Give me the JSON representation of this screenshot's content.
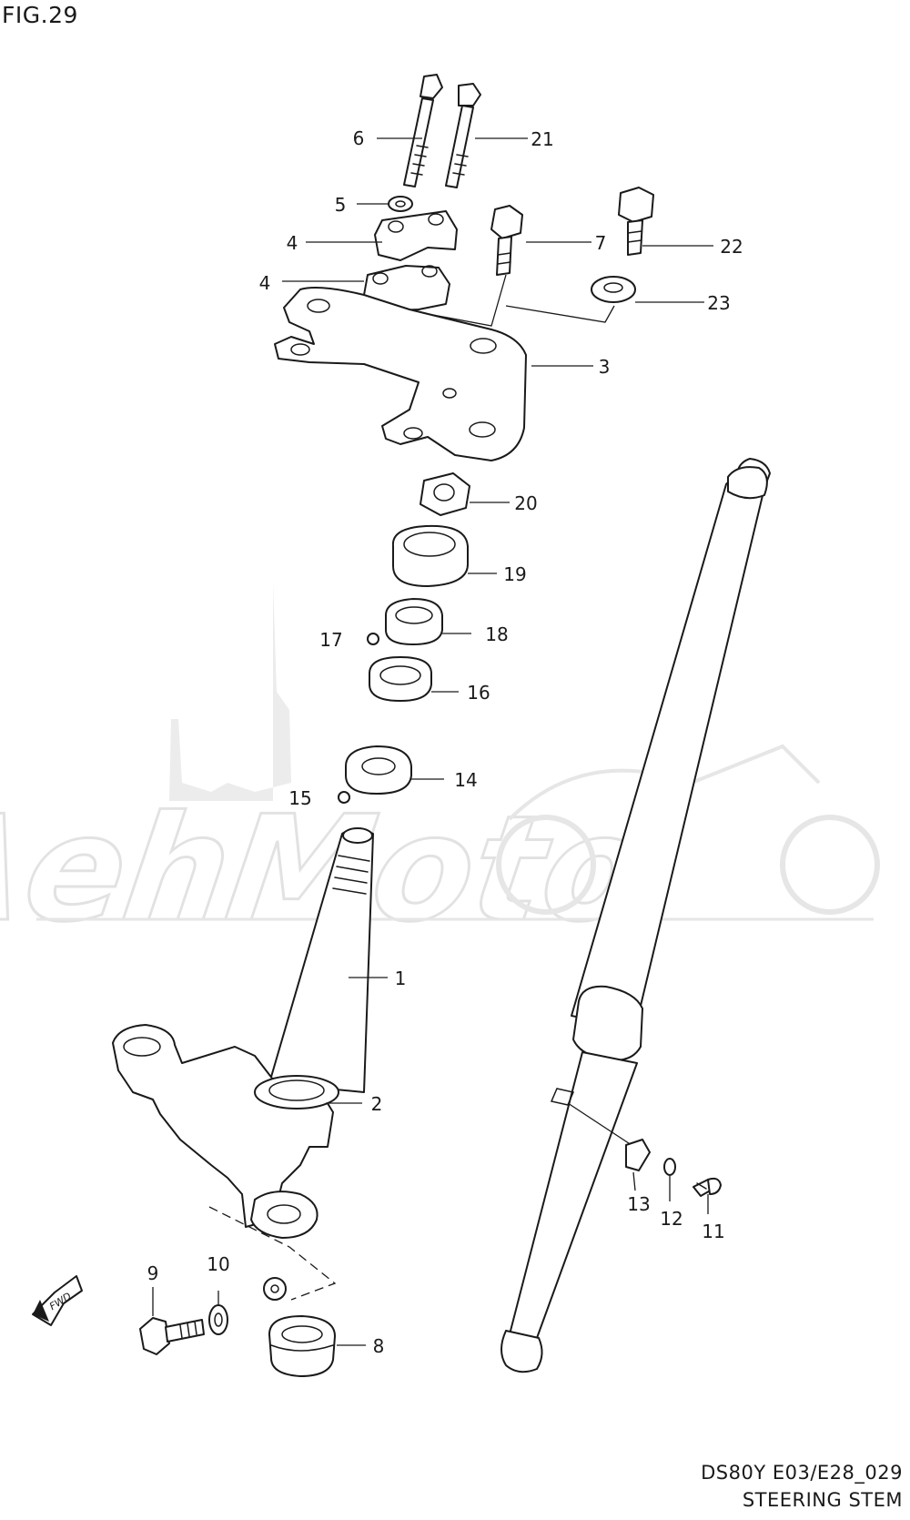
{
  "figure": {
    "label": "FIG.29",
    "model_code": "DS80Y E03/E28_029",
    "assembly_name": "STEERING STEM",
    "direction_label": "FWD",
    "watermark_text": "AehMoto"
  },
  "callouts": [
    {
      "id": "c6",
      "label": "6"
    },
    {
      "id": "c21",
      "label": "21"
    },
    {
      "id": "c5",
      "label": "5"
    },
    {
      "id": "c4a",
      "label": "4"
    },
    {
      "id": "c4b",
      "label": "4"
    },
    {
      "id": "c7",
      "label": "7"
    },
    {
      "id": "c22",
      "label": "22"
    },
    {
      "id": "c23",
      "label": "23"
    },
    {
      "id": "c3",
      "label": "3"
    },
    {
      "id": "c20",
      "label": "20"
    },
    {
      "id": "c19",
      "label": "19"
    },
    {
      "id": "c17",
      "label": "17"
    },
    {
      "id": "c18",
      "label": "18"
    },
    {
      "id": "c16",
      "label": "16"
    },
    {
      "id": "c14",
      "label": "14"
    },
    {
      "id": "c15",
      "label": "15"
    },
    {
      "id": "c1",
      "label": "1"
    },
    {
      "id": "c2",
      "label": "2"
    },
    {
      "id": "c13",
      "label": "13"
    },
    {
      "id": "c12",
      "label": "12"
    },
    {
      "id": "c11",
      "label": "11"
    },
    {
      "id": "c10",
      "label": "10"
    },
    {
      "id": "c9",
      "label": "9"
    },
    {
      "id": "c8",
      "label": "8"
    }
  ]
}
